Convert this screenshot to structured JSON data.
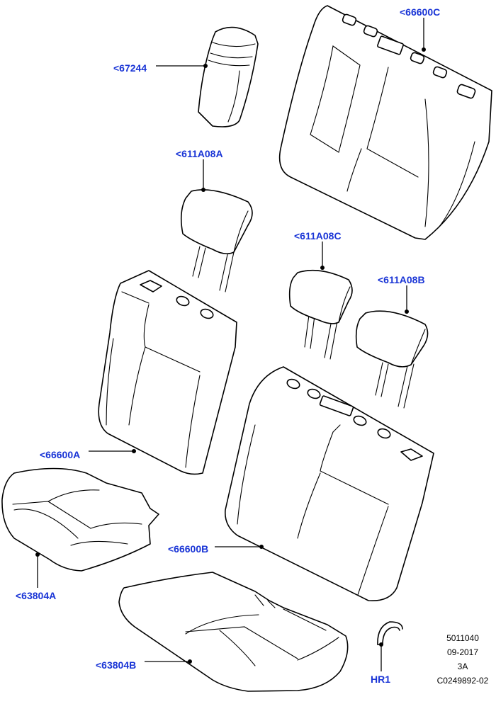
{
  "callouts": {
    "c66600C": "<66600C",
    "c67244": "<67244",
    "c611A08A": "<611A08A",
    "c611A08C": "<611A08C",
    "c611A08B": "<611A08B",
    "c66600A": "<66600A",
    "c66600B": "<66600B",
    "c63804A": "<63804A",
    "c63804B": "<63804B",
    "cHR1": "HR1"
  },
  "info": {
    "line1": "5011040",
    "line2": "09-2017",
    "line3": "3A",
    "line4": "C0249892-02"
  },
  "colors": {
    "callout": "#1a35d6",
    "line": "#000000",
    "background": "#ffffff"
  }
}
